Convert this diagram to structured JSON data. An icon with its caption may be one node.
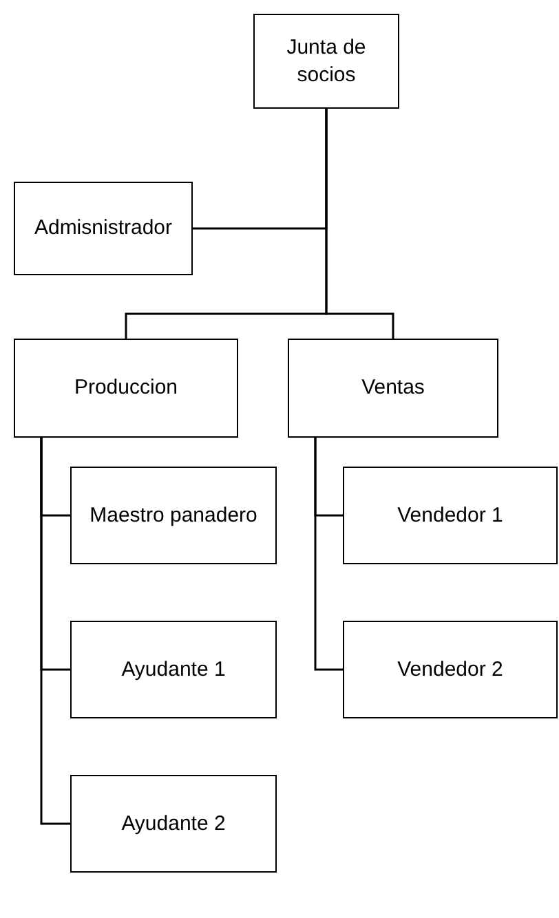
{
  "diagram": {
    "nodes": [
      {
        "text": [
          "Junta de socios"
        ]
      },
      {
        "text": [
          "Admisnistrador"
        ]
      },
      {
        "text": [
          "Produccion"
        ]
      },
      {
        "text": [
          "Ventas"
        ]
      },
      {
        "text": [
          "Maestro panadero"
        ]
      },
      {
        "text": [
          "Ayudante 1"
        ]
      },
      {
        "text": [
          "Ayudante 2"
        ]
      },
      {
        "text": [
          "Vendedor 1"
        ]
      },
      {
        "text": [
          "Vendedor 2"
        ]
      }
    ],
    "edges": [
      {
        "from": 0,
        "to": 1,
        "arrow": "none"
      },
      {
        "from": 0,
        "to": 2,
        "arrow": "none"
      },
      {
        "from": 0,
        "to": 3,
        "arrow": "none"
      },
      {
        "from": 2,
        "to": 4,
        "arrow": "none"
      },
      {
        "from": 2,
        "to": 5,
        "arrow": "none"
      },
      {
        "from": 2,
        "to": 6,
        "arrow": "none"
      },
      {
        "from": 3,
        "to": 7,
        "arrow": "none"
      },
      {
        "from": 3,
        "to": 8,
        "arrow": "none"
      }
    ]
  }
}
